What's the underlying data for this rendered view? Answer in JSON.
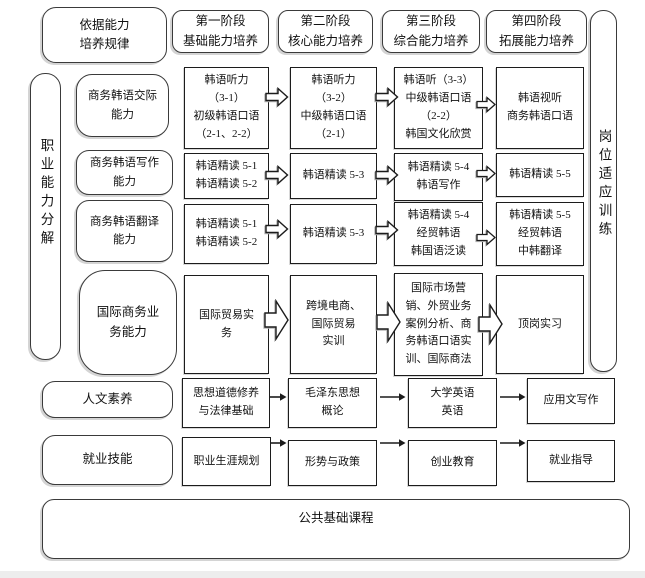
{
  "headers": {
    "basis": "依据能力\n培养规律",
    "stage1": "第一阶段\n基础能力培养",
    "stage2": "第二阶段\n核心能力培养",
    "stage3": "第三阶段\n综合能力培养",
    "stage4": "第四阶段\n拓展能力培养"
  },
  "side_bars": {
    "left": "职业能力分解",
    "right": "岗位适应训练"
  },
  "abilities": {
    "communication": "商务韩语交际\n能力",
    "writing": "商务韩语写作\n能力",
    "translation": "商务韩语翻译\n能力",
    "business": "国际商务业\n务能力"
  },
  "grid": {
    "row1": [
      "韩语听力\n（3-1）\n初级韩语口语\n（2-1、2-2）",
      "韩语听力\n（3-2）\n中级韩语口语\n（2-1）",
      "韩语听（3-3）\n中级韩语口语\n（2-2）\n韩国文化欣赏",
      "韩语视听\n商务韩语口语"
    ],
    "row2": [
      "韩语精读 5-1\n韩语精读 5-2",
      "韩语精读 5-3",
      "韩语精读 5-4\n韩语写作",
      "韩语精读 5-5"
    ],
    "row3": [
      "韩语精读 5-1\n韩语精读 5-2",
      "韩语精读 5-3",
      "韩语精读 5-4\n经贸韩语\n韩国语泛读",
      "韩语精读 5-5\n经贸韩语\n中韩翻译"
    ],
    "row4": [
      "国际贸易实\n务",
      "跨境电商、\n国际贸易\n实训",
      "国际市场营\n销、外贸业务\n案例分析、商\n务韩语口语实\n训、国际商法",
      "顶岗实习"
    ]
  },
  "humanities": {
    "label": "人文素养",
    "courses": [
      "思想道德修养\n与法律基础",
      "毛泽东思想\n概论",
      "大学英语\n英语",
      "应用文写作"
    ]
  },
  "employment": {
    "label": "就业技能",
    "courses": [
      "职业生涯规划",
      "形势与政策",
      "创业教育",
      "就业指导"
    ]
  },
  "footer": {
    "label": "公共基础课程"
  },
  "colors": {
    "line": "#1c1c1c",
    "rounded_border": "#3a3a3a",
    "background": "#ffffff"
  }
}
